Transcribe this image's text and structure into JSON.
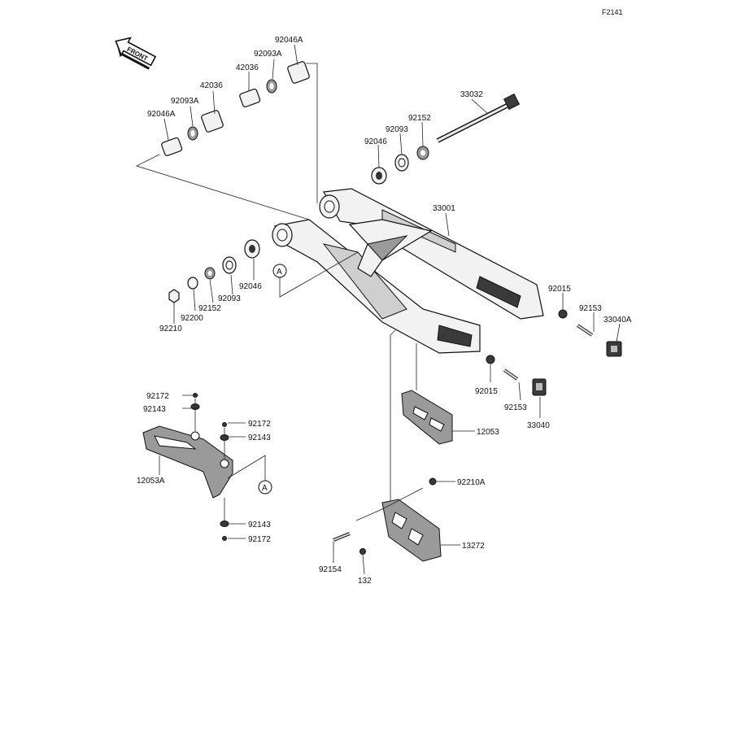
{
  "figure_id": "F2141",
  "front_label": "FRONT",
  "reference_letter": "A",
  "callouts": [
    {
      "key": "c01",
      "text": "92046A"
    },
    {
      "key": "c02",
      "text": "92093A"
    },
    {
      "key": "c03",
      "text": "42036"
    },
    {
      "key": "c04",
      "text": "92046A"
    },
    {
      "key": "c05",
      "text": "92093A"
    },
    {
      "key": "c06",
      "text": "42036"
    },
    {
      "key": "c07",
      "text": "33032"
    },
    {
      "key": "c08",
      "text": "92152"
    },
    {
      "key": "c09",
      "text": "92093"
    },
    {
      "key": "c10",
      "text": "92046"
    },
    {
      "key": "c11",
      "text": "33001"
    },
    {
      "key": "c12",
      "text": "92046"
    },
    {
      "key": "c13",
      "text": "92093"
    },
    {
      "key": "c14",
      "text": "92152"
    },
    {
      "key": "c15",
      "text": "92200"
    },
    {
      "key": "c16",
      "text": "92210"
    },
    {
      "key": "c17",
      "text": "92015"
    },
    {
      "key": "c18",
      "text": "92153"
    },
    {
      "key": "c19",
      "text": "33040A"
    },
    {
      "key": "c20",
      "text": "92015"
    },
    {
      "key": "c21",
      "text": "92153"
    },
    {
      "key": "c22",
      "text": "33040"
    },
    {
      "key": "c23",
      "text": "12053"
    },
    {
      "key": "c24",
      "text": "92172"
    },
    {
      "key": "c25",
      "text": "92143"
    },
    {
      "key": "c26",
      "text": "92172"
    },
    {
      "key": "c27",
      "text": "92143"
    },
    {
      "key": "c28",
      "text": "12053A"
    },
    {
      "key": "c29",
      "text": "92143"
    },
    {
      "key": "c30",
      "text": "92172"
    },
    {
      "key": "c31",
      "text": "92210A"
    },
    {
      "key": "c32",
      "text": "13272"
    },
    {
      "key": "c33",
      "text": "92154"
    },
    {
      "key": "c34",
      "text": "132"
    }
  ]
}
